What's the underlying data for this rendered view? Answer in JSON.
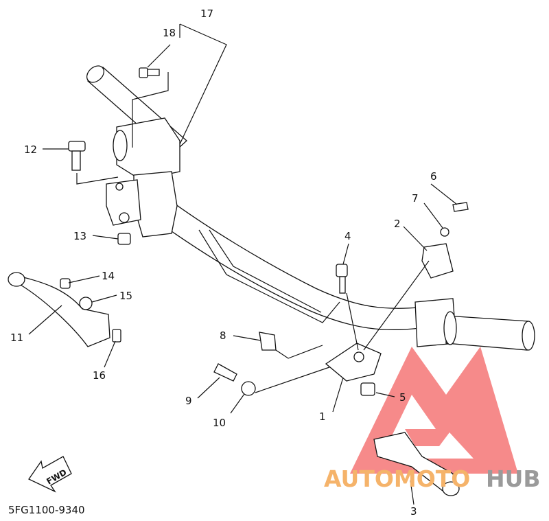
{
  "diagram_code": "5FG1100-9340",
  "fwd_label": "FWD",
  "watermark": {
    "word_a": "AUTOMOTO",
    "word_b": "HUB",
    "color_a": "#f5b36a",
    "color_b": "#9a9a9a",
    "logo_color": "#ee2a2a"
  },
  "callouts": {
    "p1": "1",
    "p2": "2",
    "p3": "3",
    "p4": "4",
    "p5": "5",
    "p6": "6",
    "p7": "7",
    "p8": "8",
    "p9": "9",
    "p10": "10",
    "p11": "11",
    "p12": "12",
    "p13": "13",
    "p14": "14",
    "p15": "15",
    "p16": "16",
    "p17": "17",
    "p18": "18"
  }
}
